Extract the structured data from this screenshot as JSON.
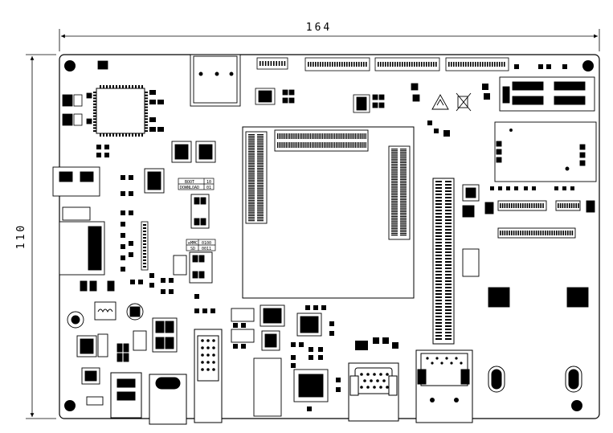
{
  "dimensions": {
    "width_label": "164",
    "height_label": "110"
  },
  "boot_table": {
    "row1_label": "BOOT",
    "row1_value": "10",
    "row2_label": "DOWNLOAD",
    "row2_value": "01"
  },
  "emmc_table": {
    "row1_label": "eMMC",
    "row1_value": "0100",
    "row2_label": "SD",
    "row2_value": "0011"
  },
  "colors": {
    "ink": "#000000",
    "paper": "#ffffff"
  }
}
